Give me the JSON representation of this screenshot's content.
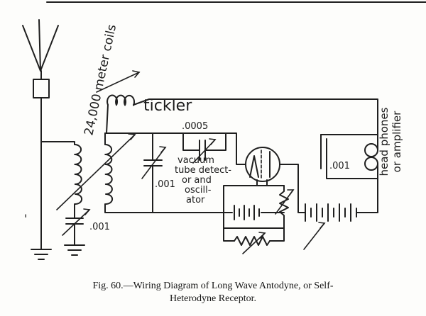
{
  "figure": {
    "caption_line1": "Fig. 60.—Wiring Diagram of Long Wave Antodyne, or Self-",
    "caption_line2": "Heterodyne Receptor."
  },
  "labels": {
    "meter_coils": "24,000 meter coils",
    "tickler": "tickler",
    "grid_cap_value": ".0005",
    "tuning_cap_value": ".001",
    "antenna_cap_value": ".001",
    "phone_cap_value": ".001",
    "tube": [
      "vacuum",
      "tube detect-",
      "or and",
      "oscill-",
      "ator"
    ],
    "phones_line1": "head phones",
    "phones_line2": "or amplifier",
    "stray_mark": "'"
  },
  "colors": {
    "ink": "#1f1f1f",
    "paper": "#fdfdfb"
  }
}
